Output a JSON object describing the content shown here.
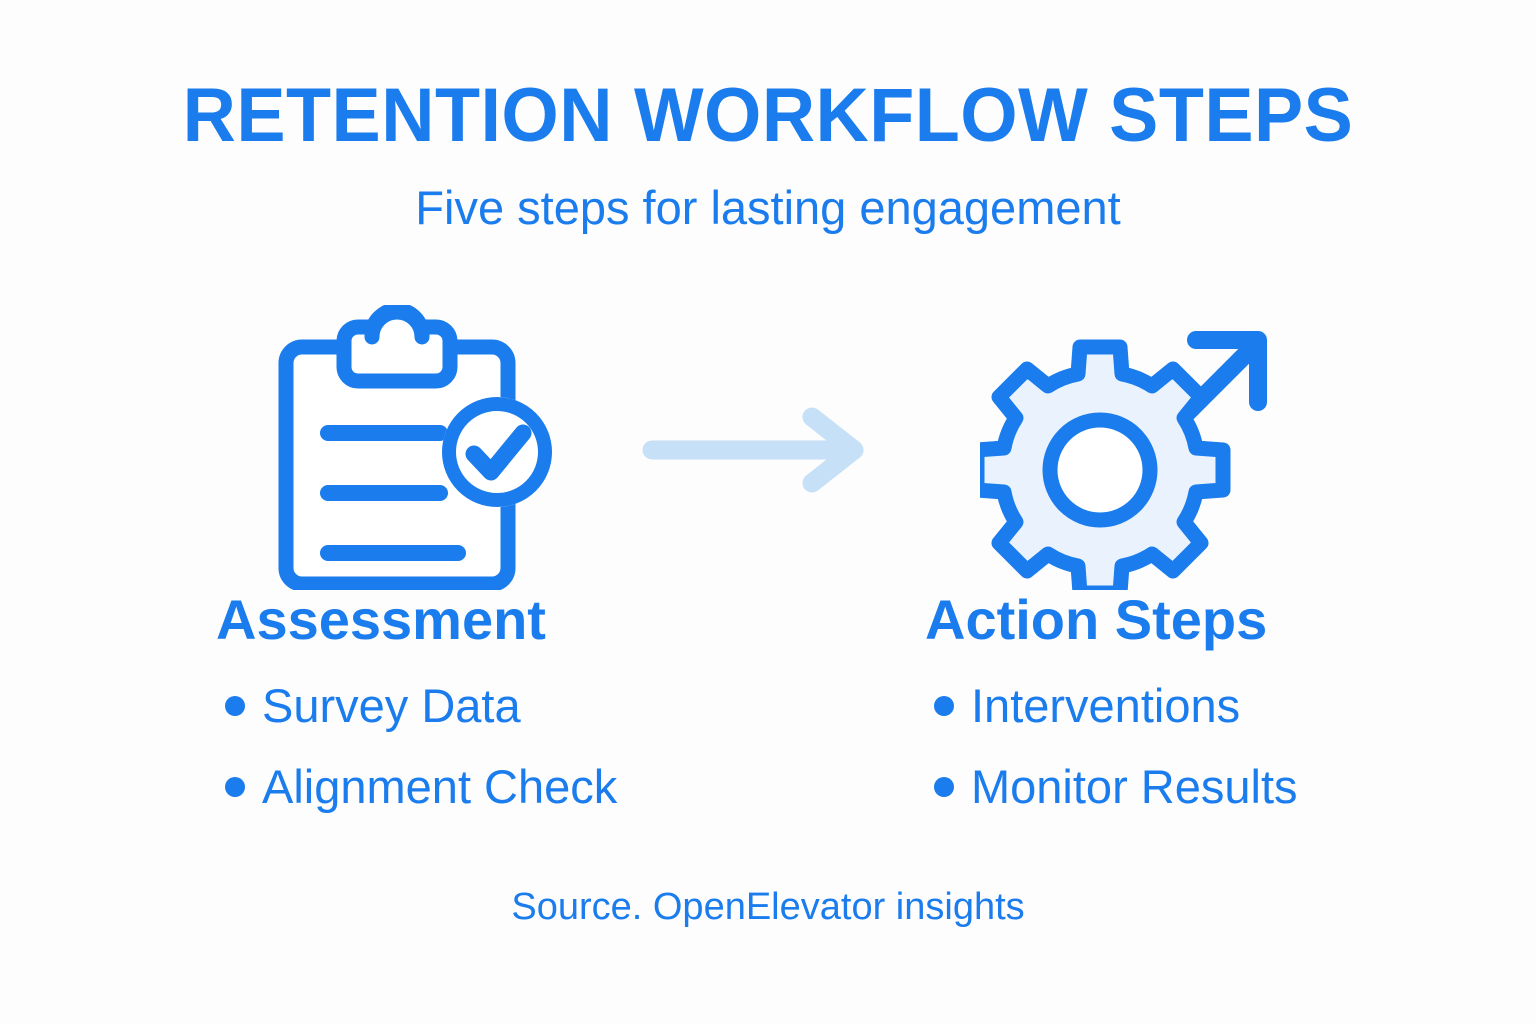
{
  "theme": {
    "background": "#fdfdfd",
    "primary_blue": "#1a7ced",
    "arrow_blue": "#c5e0f7",
    "gear_fill": "#eaf3fd",
    "icon_fill_white": "#ffffff"
  },
  "header": {
    "title": "RETENTION WORKFLOW STEPS",
    "subtitle": "Five steps for lasting engagement"
  },
  "flow": {
    "connector_icon": "right-arrow-icon",
    "left_icon": "clipboard-check-icon",
    "right_icon": "gear-growth-arrow-icon"
  },
  "columns": [
    {
      "heading": "Assessment",
      "icon": "clipboard-check-icon",
      "bullets": [
        "Survey Data",
        "Alignment Check"
      ]
    },
    {
      "heading": "Action Steps",
      "icon": "gear-growth-arrow-icon",
      "bullets": [
        "Interventions",
        "Monitor Results"
      ]
    }
  ],
  "footer": {
    "source": "Source. OpenElevator insights"
  }
}
